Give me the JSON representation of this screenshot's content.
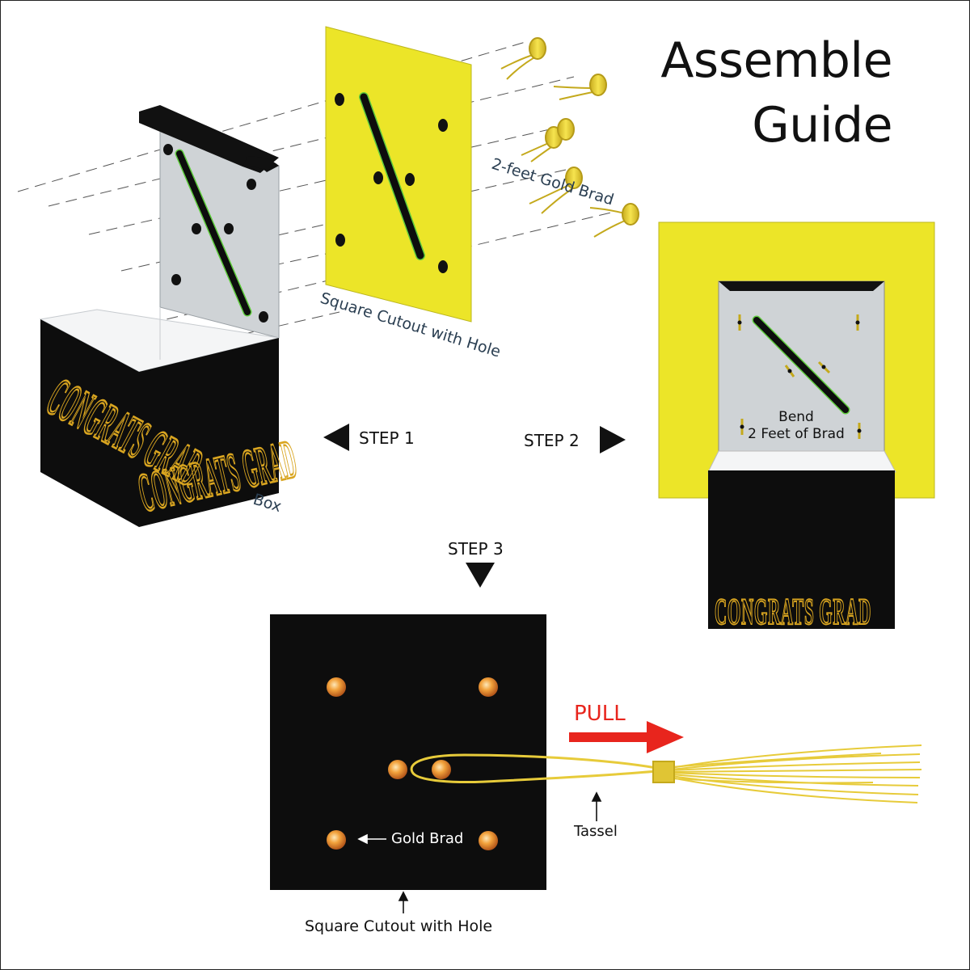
{
  "title": {
    "line1": "Assemble",
    "line2": "Guide"
  },
  "labels": {
    "brad_label": "2-feet Gold Brad",
    "cutout_label": "Square Cutout with Hole",
    "box_label": "Box",
    "bend_line1": "Bend",
    "bend_line2": "2 Feet of Brad",
    "step3_brad": "Gold Brad",
    "tassel": "Tassel",
    "step3_cutout": "Square Cutout with Hole",
    "pull": "PULL"
  },
  "steps": {
    "step1": "STEP 1",
    "step2": "STEP 2",
    "step3": "STEP 3"
  },
  "box_text": "CONGRATS GRAD",
  "colors": {
    "yellow": "#ece528",
    "black": "#0d0d0d",
    "gray_panel": "#cfd3d6",
    "gold_text": "#d9a520",
    "brad": "#e8d34a",
    "slot_edge": "#5ecb3c",
    "pull_red": "#e8251d",
    "orange_brad": "#e9902a",
    "tassel": "#e7cb3a"
  }
}
